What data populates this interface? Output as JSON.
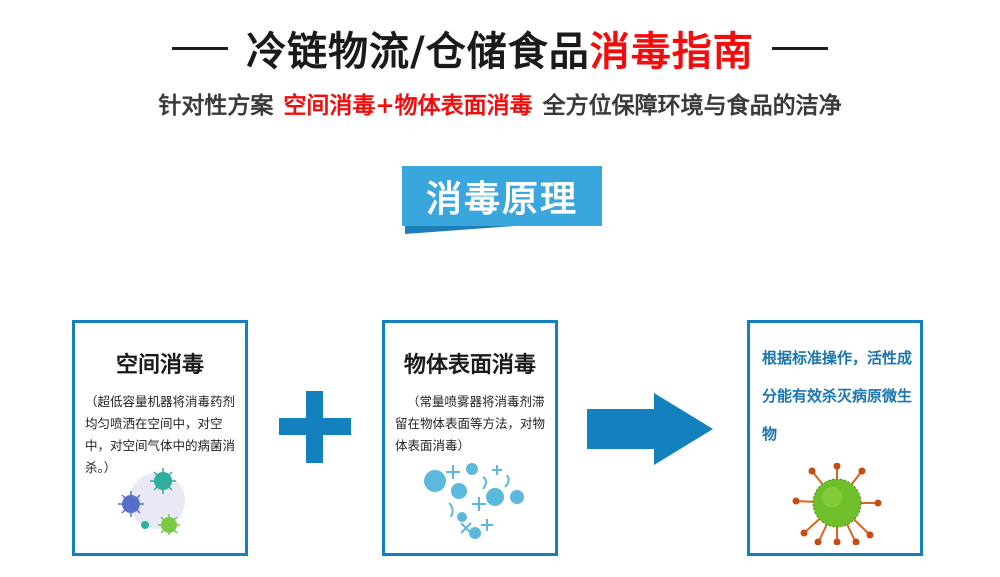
{
  "header": {
    "title_black": "冷链物流/仓储食品",
    "title_red": "消毒指南",
    "subtitle_prefix": "针对性方案",
    "subtitle_highlight": "空间消毒+物体表面消毒",
    "subtitle_suffix": "全方位保障环境与食品的洁净"
  },
  "section_badge": {
    "label": "消毒原理"
  },
  "cards": [
    {
      "title": "空间消毒",
      "body": "（超低容量机器将消毒药剂均匀喷洒在空间中，对空中，对空间气体中的病菌消杀。）",
      "icon": "virus-cluster-icon"
    },
    {
      "title": "物体表面消毒",
      "body": "（常量喷雾器将消毒剂滞留在物体表面等方法，对物体表面消毒）",
      "icon": "bacteria-pattern-icon"
    },
    {
      "body": "根据标准操作，活性成分能有效杀灭病原微生物",
      "icon": "virus-3d-icon"
    }
  ],
  "operators": {
    "plus": "plus-icon",
    "arrow": "arrow-right-icon"
  },
  "colors": {
    "accent_blue": "#1381bd",
    "badge_blue": "#3aa6de",
    "red": "#f20c0c",
    "text_dark": "#1a1a1a"
  }
}
